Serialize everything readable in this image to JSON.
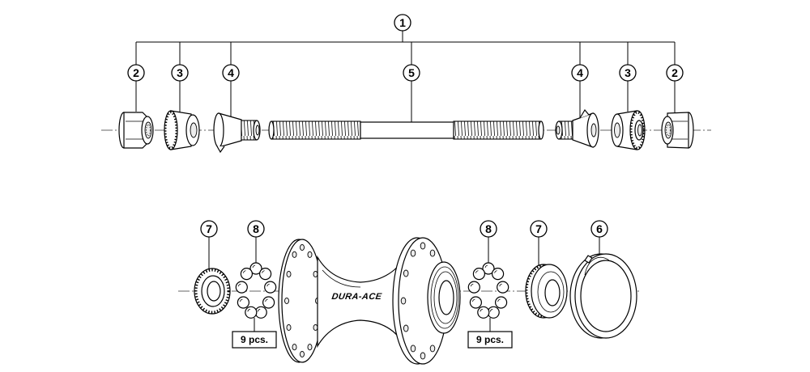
{
  "callouts": {
    "assembly": "1",
    "nut_left": "2",
    "washer_left": "3",
    "cone_left": "4",
    "axle": "5",
    "cone_right": "4",
    "washer_right": "3",
    "nut_right": "2",
    "dust_cap_left": "7",
    "balls_left": "8",
    "balls_right": "8",
    "dust_cap_right": "7",
    "lock_ring": "6"
  },
  "ball_count_left": "9 pcs.",
  "ball_count_right": "9 pcs.",
  "hub_brand": "DURA-ACE"
}
